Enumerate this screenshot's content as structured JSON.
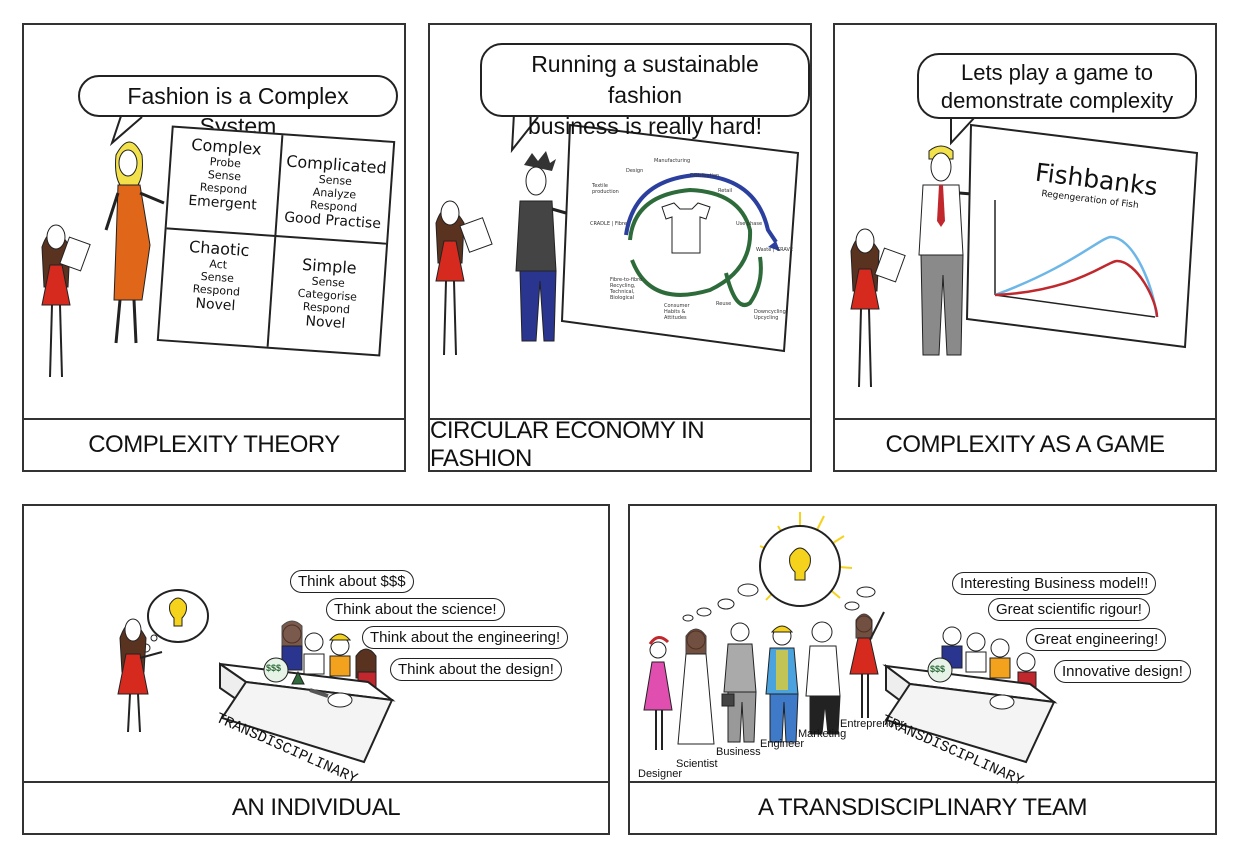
{
  "panels": [
    {
      "caption": "COMPLEXITY THEORY",
      "bubble": "Fashion is a Complex System",
      "quadrants": [
        {
          "title": "Complex",
          "steps": [
            "Probe",
            "Sense",
            "Respond"
          ],
          "result": "Emergent"
        },
        {
          "title": "Complicated",
          "steps": [
            "Sense",
            "Analyze",
            "Respond"
          ],
          "result": "Good Practise"
        },
        {
          "title": "Chaotic",
          "steps": [
            "Act",
            "Sense",
            "Respond"
          ],
          "result": "Novel"
        },
        {
          "title": "Simple",
          "steps": [
            "Sense",
            "Categorise",
            "Respond"
          ],
          "result": "Novel"
        }
      ]
    },
    {
      "caption": "CIRCULAR ECONOMY IN FASHION",
      "bubble_lines": [
        "Running a sustainable fashion",
        "business is really hard!"
      ],
      "diagram_labels": [
        "Design",
        "Manufacturing",
        "Distribution",
        "Retail",
        "Use phase",
        "Textile production",
        "CRADLE | Fibre",
        "Fibre-to-fibre Recycling, Technical, Biological",
        "Consumer Habits & Attitudes",
        "Reuse",
        "Downcycling Upcycling",
        "Waste | GRAVE"
      ]
    },
    {
      "caption": "COMPLEXITY AS A GAME",
      "bubble_lines": [
        "Lets play a game to",
        "demonstrate complexity"
      ],
      "chart_title": "Fishbanks",
      "chart_subtitle": "Regengeration of Fish"
    },
    {
      "caption": "AN INDIVIDUAL",
      "thoughts": [
        "Think about $$$",
        "Think about the science!",
        "Think about the engineering!",
        "Think about the design!"
      ],
      "desk_label": "TRANSDISCIPLINARY",
      "money": "$$$"
    },
    {
      "caption": "A TRANSDISCIPLINARY TEAM",
      "thoughts": [
        "Interesting Business model!!",
        "Great scientific rigour!",
        "Great engineering!",
        "Innovative design!"
      ],
      "roles": [
        "Designer",
        "Scientist",
        "Business",
        "Engineer",
        "Marketing",
        "Entrepreneur"
      ],
      "desk_label": "TRANSDISCIPLINARY",
      "money": "$$$"
    }
  ],
  "colors": {
    "blue_curve": "#6db6e8",
    "red_curve": "#c0282d",
    "cycle_blue": "#2b3f9e",
    "cycle_green": "#2e6b3a",
    "dress_red": "#d62a1e",
    "dress_orange": "#e0661a",
    "bulb": "#f5d21c"
  }
}
